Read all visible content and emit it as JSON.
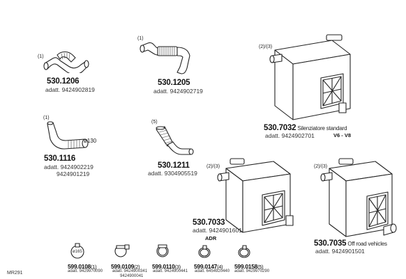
{
  "parts": {
    "p1206": {
      "qty": "(1)",
      "code": "530.1206",
      "ref": "adatt. 9424902819"
    },
    "p1205": {
      "qty": "(1)",
      "code": "530.1205",
      "ref": "adatt. 9424902719"
    },
    "p7032": {
      "qty": "(2)/(3)",
      "code": "530.7032",
      "desc": "Silenziatore standard",
      "ref": "adatt. 9424902701",
      "tag": "V6 - V8"
    },
    "p1116": {
      "qty": "(1)",
      "code": "530.1116",
      "diameter": "ø130",
      "ref1": "adatt. 9424902219",
      "ref2": "9424901219"
    },
    "p1211": {
      "qty": "(5)",
      "code": "530.1211",
      "ref": "adatt. 9304905519"
    },
    "p7033": {
      "qty": "(2)/(3)",
      "code": "530.7033",
      "ref": "adatt. 9424901601",
      "tag": "ADR"
    },
    "p7035": {
      "qty": "(2)/(3)",
      "code": "530.7035",
      "desc": "Off road vehicles",
      "ref": "adatt. 9424901501"
    }
  },
  "clamps": [
    {
      "code": "599.0108",
      "qty": "(1)",
      "ref1": "adatt. 9429970090",
      "ref2": "",
      "label": "ø165"
    },
    {
      "code": "599.0109",
      "qty": "(2)",
      "ref1": "adatt. 9424900341",
      "ref2": "9424900041",
      "label": ""
    },
    {
      "code": "599.0110",
      "qty": "(3)",
      "ref1": "adatt. 9424900441",
      "ref2": "",
      "label": ""
    },
    {
      "code": "599.0147",
      "qty": "(4)",
      "ref1": "adatt. 6454920440",
      "ref2": "",
      "label": ""
    },
    {
      "code": "599.0158",
      "qty": "(5)",
      "ref1": "adatt. 9429970290",
      "ref2": "",
      "label": ""
    }
  ],
  "footer": {
    "id": "MR291"
  }
}
